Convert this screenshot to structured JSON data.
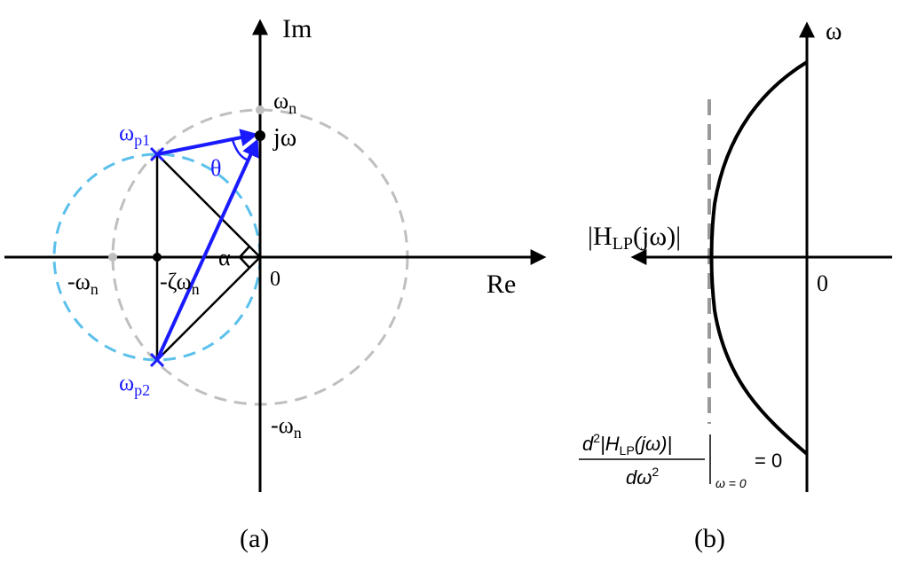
{
  "panel_a": {
    "axis_im": "Im",
    "axis_re": "Re",
    "origin": "0",
    "omega_n_top": "ω",
    "omega_n_top_sub": "n",
    "j_omega": "jω",
    "neg_omega_n_left": "-ω",
    "neg_omega_n_left_sub": "n",
    "neg_zeta_omega_n": "-ζω",
    "neg_zeta_omega_n_sub": "n",
    "neg_omega_n_bottom": "-ω",
    "neg_omega_n_bottom_sub": "n",
    "omega_p1": "ω",
    "omega_p1_sub": "p1",
    "omega_p2": "ω",
    "omega_p2_sub": "p2",
    "theta": "θ",
    "alpha": "α",
    "caption": "(a)",
    "colors": {
      "blue": "#1a1aff",
      "light_blue": "#5bc0eb",
      "gray": "#bfbfbf",
      "black": "#000000"
    }
  },
  "panel_b": {
    "axis_omega": "ω",
    "origin": "0",
    "mag_label": "|H",
    "mag_label_sub": "LP",
    "mag_label_tail": "(jω)|",
    "deriv_num_pre": "d",
    "deriv_num_sup": "2",
    "deriv_num_post": "|H",
    "deriv_num_sub": "LP",
    "deriv_num_tail": "(jω)|",
    "deriv_den": "dω",
    "deriv_den_sup": "2",
    "deriv_eval": "ω = 0",
    "deriv_eq": "= 0",
    "caption": "(b)",
    "colors": {
      "gray_dashed": "#999999",
      "black": "#000000"
    }
  }
}
